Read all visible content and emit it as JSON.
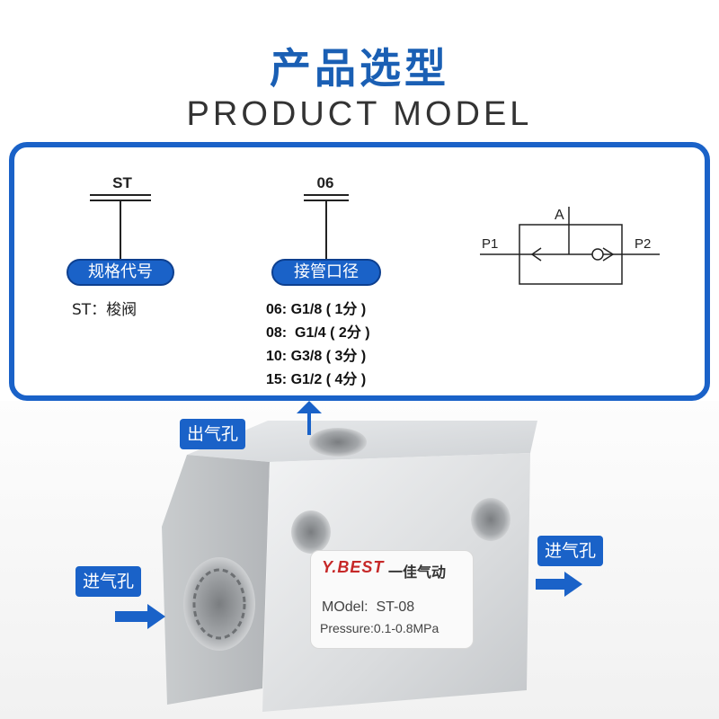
{
  "header": {
    "title_cn": "产品选型",
    "title_en": "PRODUCT MODEL"
  },
  "spec": {
    "series_code": "ST",
    "series_label": "规格代号",
    "series_desc": "ST：梭阀",
    "port_code": "06",
    "port_label": "接管口径",
    "port_options": [
      "06: G1/8 ( 1分 )",
      "08:  G1/4 ( 2分 )",
      "10: G3/8 ( 3分 )",
      "15: G1/2 ( 4分 )"
    ]
  },
  "symbol": {
    "port_a": "A",
    "port_p1": "P1",
    "port_p2": "P2"
  },
  "photo": {
    "outlet_tag": "出气孔",
    "inlet_left_tag": "进气孔",
    "inlet_right_tag": "进气孔",
    "brand": "Y.BEST",
    "brand_cn": "一佳气动",
    "model_line": "MOdel:  ST-08",
    "pressure_line": "Pressure:0.1-0.8MPa"
  },
  "colors": {
    "accent": "#1a62c8",
    "title": "#1a5fb4",
    "body_metal": "#d4d7da"
  }
}
